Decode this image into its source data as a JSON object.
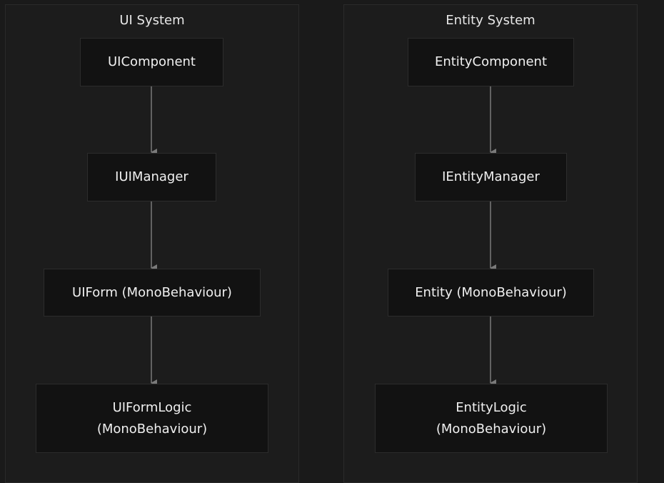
{
  "clusters": [
    {
      "title": "UI System",
      "nodes": [
        {
          "lines": [
            "UIComponent"
          ]
        },
        {
          "lines": [
            "IUIManager"
          ]
        },
        {
          "lines": [
            "UIForm (MonoBehaviour)"
          ]
        },
        {
          "lines": [
            "UIFormLogic",
            "(MonoBehaviour)"
          ]
        }
      ]
    },
    {
      "title": "Entity System",
      "nodes": [
        {
          "lines": [
            "EntityComponent"
          ]
        },
        {
          "lines": [
            "IEntityManager"
          ]
        },
        {
          "lines": [
            "Entity (MonoBehaviour)"
          ]
        },
        {
          "lines": [
            "EntityLogic",
            "(MonoBehaviour)"
          ]
        }
      ]
    }
  ],
  "colors": {
    "background": "#1a1a1a",
    "node_fill": "#121212",
    "edge": "#7a7a7a",
    "text": "#f0f0f0"
  }
}
